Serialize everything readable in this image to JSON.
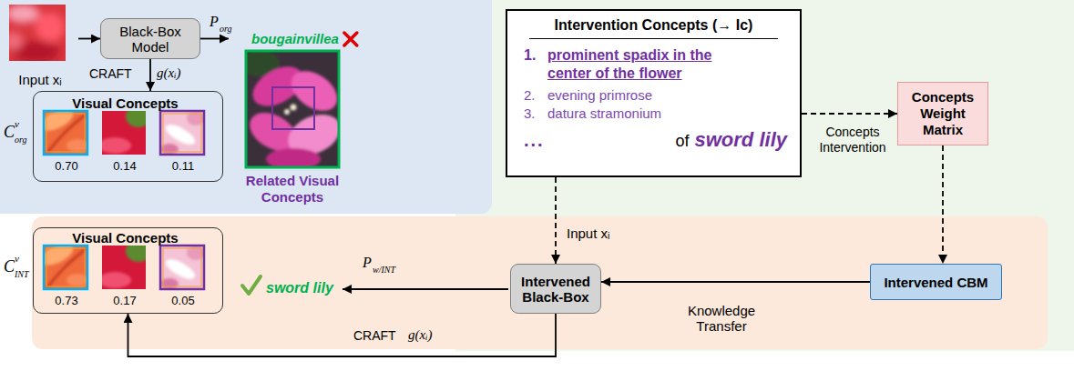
{
  "diagram": {
    "nodes": [
      {
        "text": [
          "Input xᵢ"
        ]
      },
      {
        "text": [
          "Black-Box Model"
        ]
      },
      {
        "text": [
          "Visual Concepts",
          "0.70",
          "0.14",
          "0.11"
        ]
      },
      {
        "text": [
          "bougainvillea",
          "Related Visual Concepts"
        ]
      },
      {
        "text": [
          "Intervention Concepts (→ Ic)",
          "1.",
          "prominent spadix in the center of the flower",
          "2.",
          "evening primrose",
          "3.",
          "datura stramonium",
          "...",
          "of",
          "sword lily"
        ]
      },
      {
        "text": [
          "Concepts Weight Matrix"
        ]
      },
      {
        "text": [
          "Visual Concepts",
          "0.73",
          "0.17",
          "0.05"
        ]
      },
      {
        "text": [
          "Intervened Black-Box"
        ]
      },
      {
        "text": [
          "Intervened CBM"
        ]
      }
    ],
    "edges": [
      {
        "from": 0,
        "to": 1,
        "arrow": "to"
      },
      {
        "from": 1,
        "to": 3,
        "arrow": "to"
      },
      {
        "from": 1,
        "to": 2,
        "arrow": "to"
      },
      {
        "from": 4,
        "to": 5,
        "arrow": "to",
        "label": "Concepts Intervention"
      },
      {
        "from": 5,
        "to": 8,
        "arrow": "to"
      },
      {
        "from": 8,
        "to": 7,
        "arrow": "to",
        "label": "Knowledge Transfer"
      },
      {
        "from": 4,
        "to": 7,
        "arrow": "to",
        "label": "Input xᵢ"
      },
      {
        "from": 7,
        "to": 6,
        "arrow": "to"
      }
    ],
    "labels": [
      "P",
      "org",
      "CRAFT",
      "g(xᵢ)",
      "C",
      "v",
      "org",
      "sword lily",
      "P",
      "w/INT",
      "C",
      "v",
      "INT",
      "CRAFT",
      "g(xᵢ)"
    ]
  }
}
